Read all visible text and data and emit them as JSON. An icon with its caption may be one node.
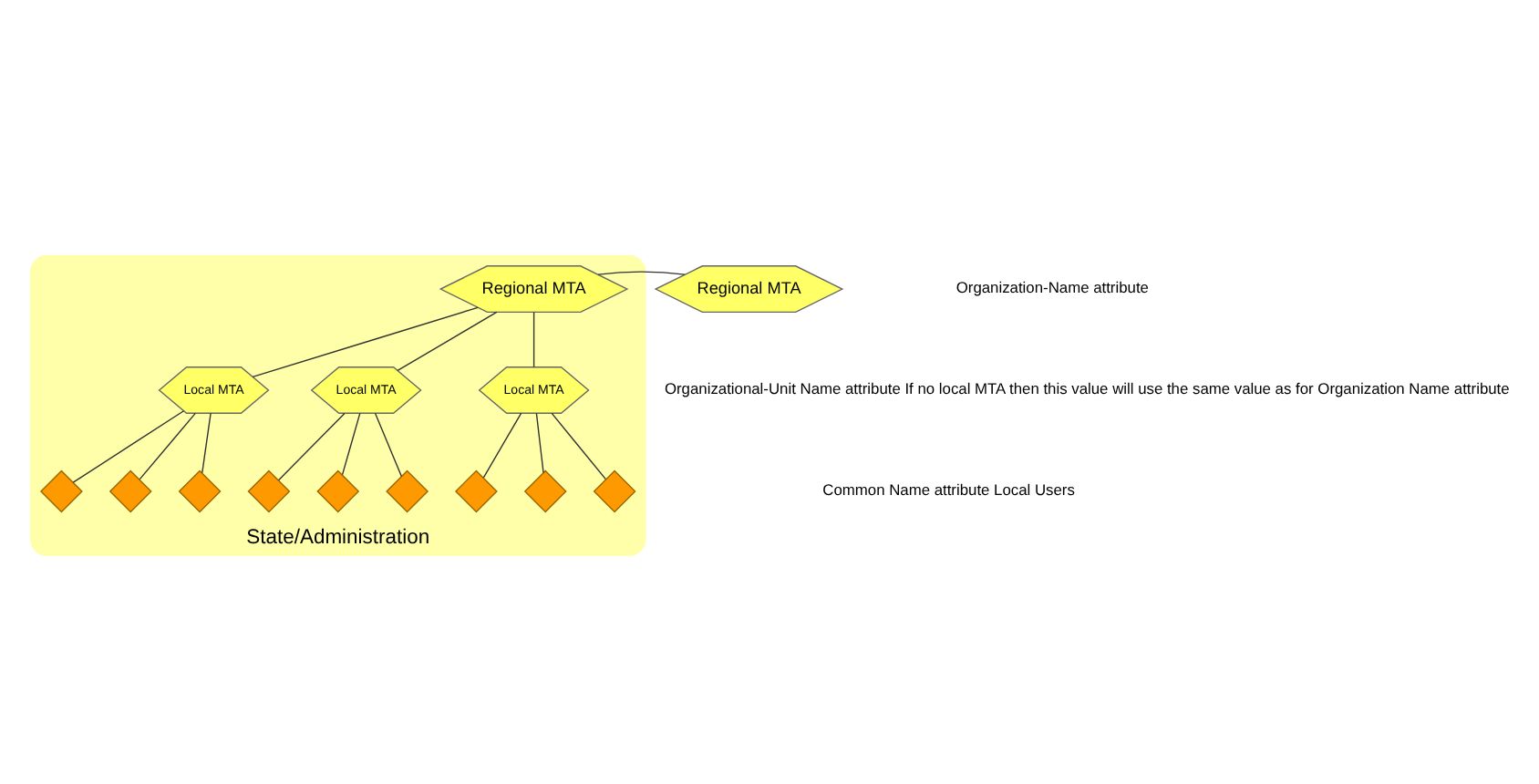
{
  "diagram": {
    "nodes": [
      {
        "text": [
          "State/Administration"
        ]
      },
      {
        "text": [
          "Regional MTA"
        ],
        "in": 0
      },
      {
        "text": [
          "Regional MTA"
        ]
      },
      {
        "text": [
          "Local MTA"
        ],
        "in": 0
      },
      {
        "text": [
          "Local MTA"
        ],
        "in": 0
      },
      {
        "text": [
          "Local MTA"
        ],
        "in": 0
      },
      {
        "text": [],
        "shape": "diamond",
        "in": 0
      },
      {
        "text": [],
        "shape": "diamond",
        "in": 0
      },
      {
        "text": [],
        "shape": "diamond",
        "in": 0
      },
      {
        "text": [],
        "shape": "diamond",
        "in": 0
      },
      {
        "text": [],
        "shape": "diamond",
        "in": 0
      },
      {
        "text": [],
        "shape": "diamond",
        "in": 0
      },
      {
        "text": [],
        "shape": "diamond",
        "in": 0
      },
      {
        "text": [],
        "shape": "diamond",
        "in": 0
      },
      {
        "text": [],
        "shape": "diamond",
        "in": 0
      }
    ],
    "edges": [
      {
        "from": 1,
        "to": 2,
        "arrow": "none"
      },
      {
        "from": 1,
        "to": 3,
        "arrow": "none"
      },
      {
        "from": 1,
        "to": 4,
        "arrow": "none"
      },
      {
        "from": 1,
        "to": 5,
        "arrow": "none"
      },
      {
        "from": 3,
        "to": 6,
        "arrow": "none"
      },
      {
        "from": 3,
        "to": 7,
        "arrow": "none"
      },
      {
        "from": 3,
        "to": 8,
        "arrow": "none"
      },
      {
        "from": 4,
        "to": 9,
        "arrow": "none"
      },
      {
        "from": 4,
        "to": 10,
        "arrow": "none"
      },
      {
        "from": 4,
        "to": 11,
        "arrow": "none"
      },
      {
        "from": 5,
        "to": 12,
        "arrow": "none"
      },
      {
        "from": 5,
        "to": 13,
        "arrow": "none"
      },
      {
        "from": 5,
        "to": 14,
        "arrow": "none"
      }
    ],
    "labels": [
      "Organization-Name attribute",
      "Organizational-Unit Name attribute If no local MTA then this value will use the same value as for Organization Name attribute",
      "Common Name attribute Local Users"
    ]
  }
}
